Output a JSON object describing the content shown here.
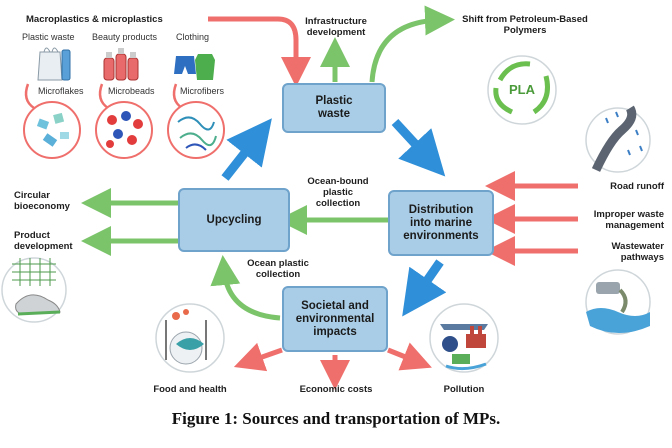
{
  "sources": {
    "title": "Macroplastics & microplastics",
    "items": [
      {
        "label": "Plastic waste",
        "sub": "Microflakes"
      },
      {
        "label": "Beauty products",
        "sub": "Microbeads"
      },
      {
        "label": "Clothing",
        "sub": "Microfibers"
      }
    ]
  },
  "boxes": {
    "plastic_waste": "Plastic\nwaste",
    "distribution": "Distribution\ninto marine\nenvironments",
    "societal": "Societal and\nenvironmental\nimpacts",
    "upcycling": "Upcycling"
  },
  "labels": {
    "infrastructure": "Infrastructure\ndevelopment",
    "petroleum": "Shift from Petroleum-Based\nPolymers",
    "pla": "PLA",
    "ocean_bound": "Ocean-bound\nplastic\ncollection",
    "ocean_plastic": "Ocean plastic\ncollection",
    "circular": "Circular\nbioeconomy",
    "product": "Product\ndevelopment",
    "road_runoff": "Road runoff",
    "improper": "Improper waste\nmanagement",
    "wastewater": "Wastewater\npathways",
    "food": "Food and health",
    "economic": "Economic costs",
    "pollution": "Pollution"
  },
  "caption": "Figure 1: Sources and transportation of MPs.",
  "colors": {
    "red_arrow": "#ef6f6c",
    "green_arrow": "#7cc46a",
    "blue_arrow": "#2f8fd8",
    "box_fill": "#a9cde6"
  }
}
